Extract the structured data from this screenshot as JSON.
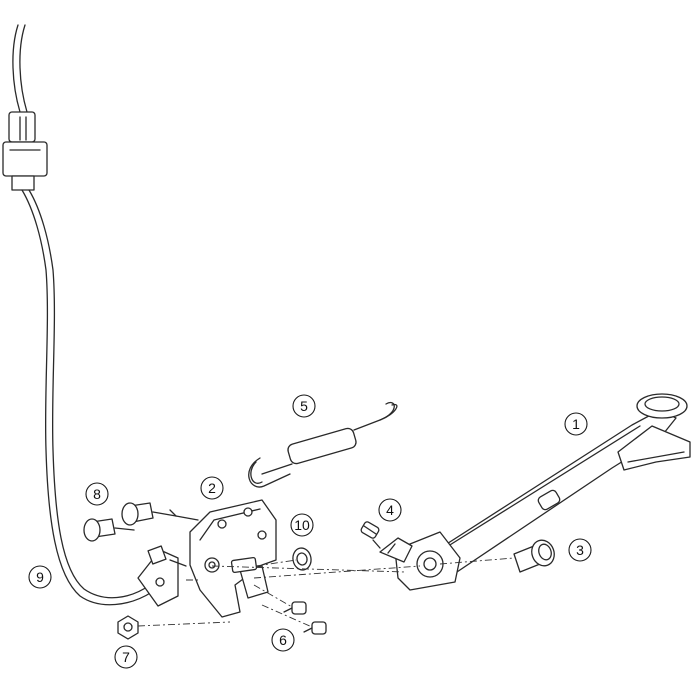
{
  "callouts": [
    {
      "id": "1",
      "label": "1"
    },
    {
      "id": "2",
      "label": "2"
    },
    {
      "id": "3",
      "label": "3"
    },
    {
      "id": "4",
      "label": "4"
    },
    {
      "id": "5",
      "label": "5"
    },
    {
      "id": "6",
      "label": "6"
    },
    {
      "id": "7",
      "label": "7"
    },
    {
      "id": "8",
      "label": "8"
    },
    {
      "id": "9",
      "label": "9"
    },
    {
      "id": "10",
      "label": "10"
    }
  ],
  "colors": {
    "line": "#2a2a2a",
    "background": "#ffffff"
  }
}
